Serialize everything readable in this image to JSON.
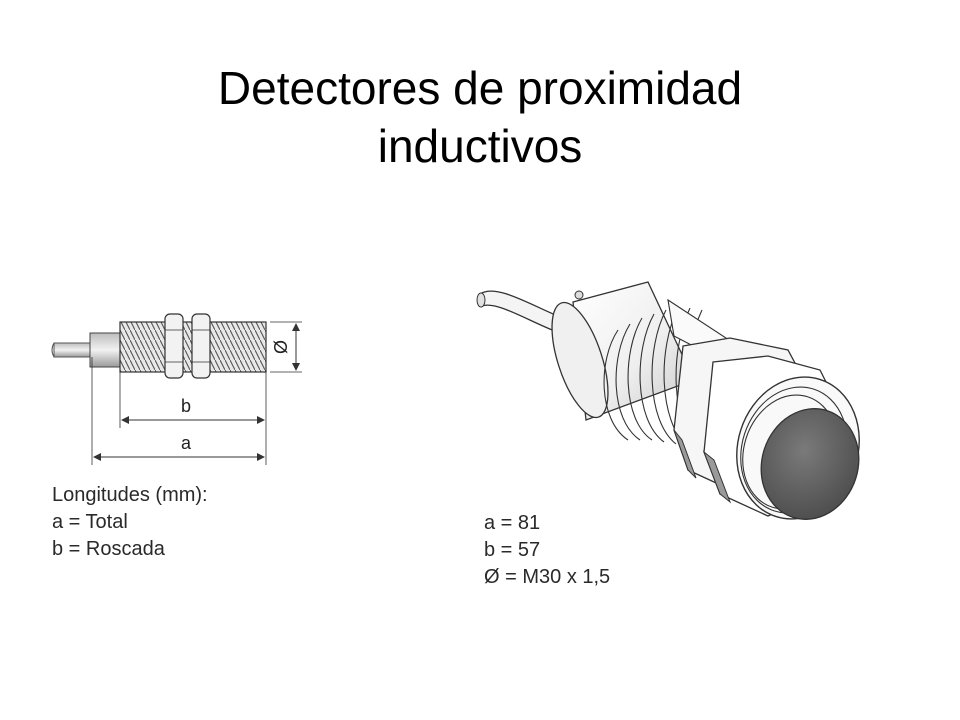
{
  "slide": {
    "title_line1": "Detectores de proximidad",
    "title_line2": "inductivos"
  },
  "drawing": {
    "dim_b": "b",
    "dim_a": "a",
    "dim_diameter": "Ø"
  },
  "legend_left": {
    "heading": "Longitudes (mm):",
    "line_a": "a = Total",
    "line_b": "b = Roscada"
  },
  "legend_right": {
    "line_a": "a = 81",
    "line_b": "b =  57",
    "line_d": "Ø = M30 x 1,5"
  }
}
